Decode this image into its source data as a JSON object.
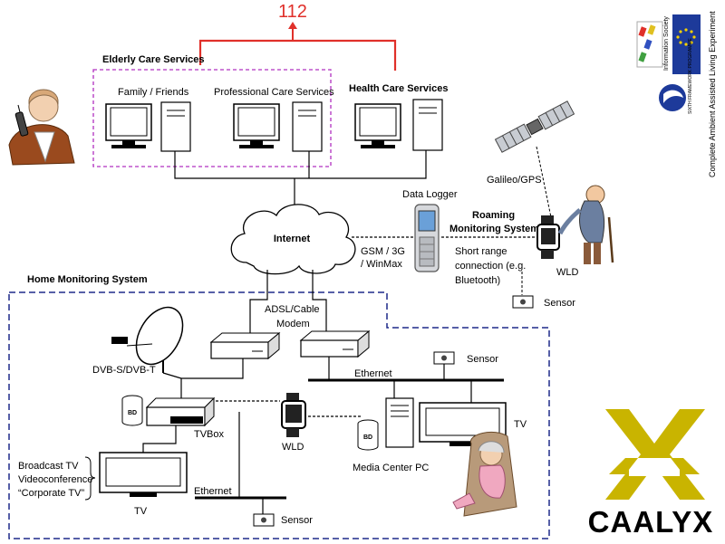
{
  "emergency_number": "112",
  "colors": {
    "emergency": "#e0302a",
    "dashed_services": "#b030c0",
    "dashed_home": "#1f2a8a",
    "brand": "#c9b400"
  },
  "labels": {
    "elderly_care": "Elderly Care Services",
    "family": "Family / Friends",
    "professional": "Professional Care Services",
    "health": "Health Care Services",
    "data_logger": "Data Logger",
    "galileo": "Galileo/GPS",
    "roaming_1": "Roaming",
    "roaming_2": "Monitoring System",
    "internet": "Internet",
    "gsm_1": "GSM / 3G",
    "gsm_2": "/ WinMax",
    "short_1": "Short range",
    "short_2": "connection (e.g.",
    "short_3": "Bluetooth)",
    "wld_roam": "WLD",
    "sensor_roam": "Sensor",
    "home": "Home Monitoring System",
    "adsl_1": "ADSL/Cable",
    "adsl_2": "Modem",
    "dvb": "DVB-S/DVB-T",
    "ethernet_top": "Ethernet",
    "sensor_top": "Sensor",
    "bd1": "BD",
    "bd2": "BD",
    "tvbox": "TVBox",
    "wld_home": "WLD",
    "media_pc": "Media Center PC",
    "tv_right": "TV",
    "broadcast_1": "Broadcast TV",
    "broadcast_2": "Videoconference",
    "broadcast_3": "“Corporate TV”",
    "tv_left": "TV",
    "ethernet_bottom": "Ethernet",
    "sensor_bottom": "Sensor",
    "brand": "CAALYX"
  },
  "logos": {
    "ist_text": "Information Society",
    "eu_text": "Complete Ambient Assisted Living Experiment",
    "programme_text": "SIXTH FRAMEWORK PROGRAMME"
  }
}
